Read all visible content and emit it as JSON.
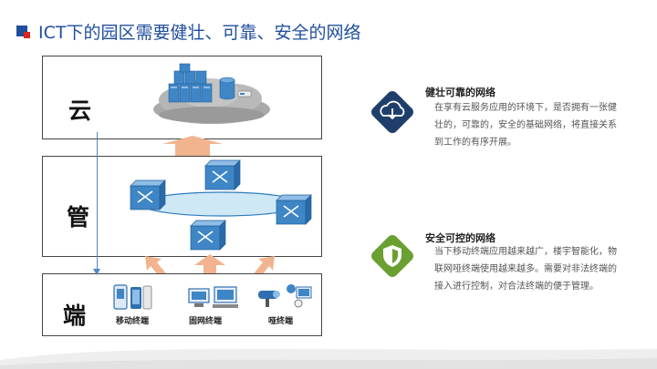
{
  "slide": {
    "title": "ICT下的园区需要健壮、可靠、安全的网络"
  },
  "layers": {
    "cloud_label": "云",
    "pipe_label": "管",
    "end_label": "端"
  },
  "devices": [
    {
      "label": "移动终端"
    },
    {
      "label": "固网终端"
    },
    {
      "label": "哑终端"
    }
  ],
  "features": [
    {
      "title": "健壮可靠的网络",
      "body": "在享有云服务应用的环境下，是否拥有一张健壮的，可靠的，安全的基础网络，将直接关系到工作的有序开展。",
      "icon": "cloud-download-icon",
      "color": "#1f3f6b"
    },
    {
      "title": "安全可控的网络",
      "body": "当下移动终端应用越来越广，楼宇智能化，物联网哑终端使用越来越多。需要对非法终端的接入进行控制，对合法终端的便于管理。",
      "icon": "shield-icon",
      "color": "#6aa032"
    }
  ],
  "colors": {
    "title_blue": "#1f4e9c",
    "arrow_peach": "#f2b48f",
    "router_blue": "#3f86c6"
  }
}
